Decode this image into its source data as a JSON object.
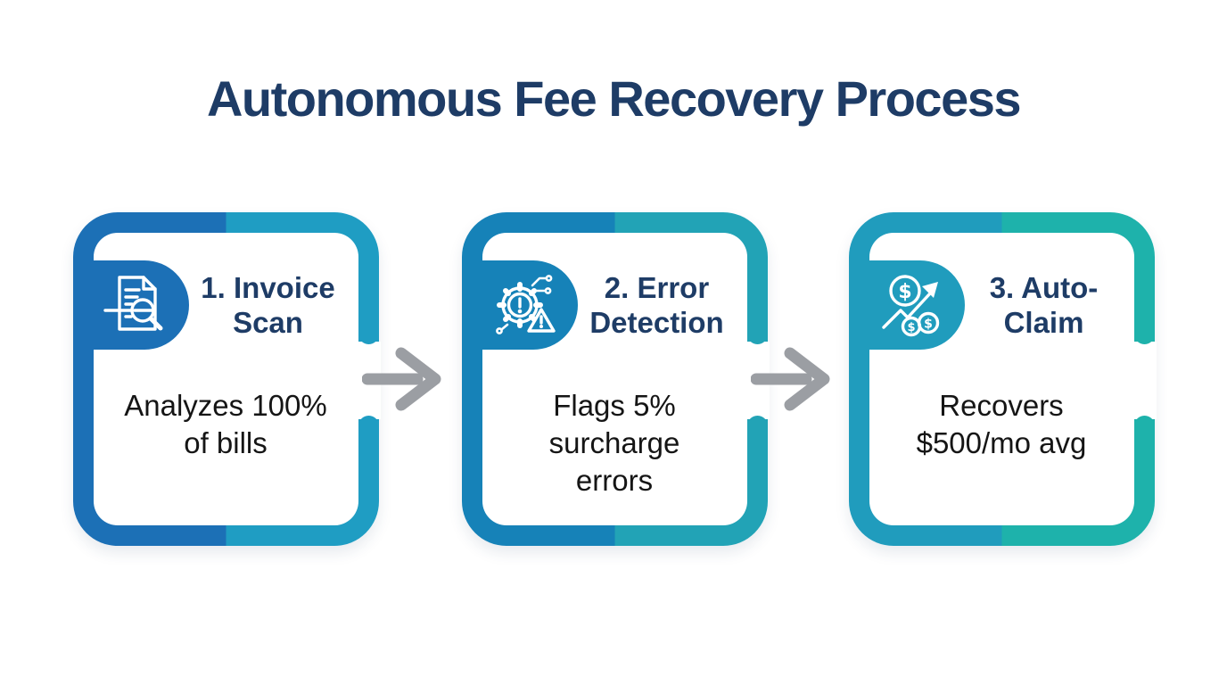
{
  "title": "Autonomous Fee Recovery Process",
  "colors": {
    "title": "#1e3c66",
    "body_text": "#151515",
    "arrow": "#9b9ea3",
    "background": "#ffffff"
  },
  "steps": [
    {
      "heading": "1. Invoice Scan",
      "body": "Analyzes 100% of bills",
      "icon": "invoice-scan-icon",
      "color_left": "#1c70b6",
      "color_right": "#1f9dc3"
    },
    {
      "heading": "2. Error Detection",
      "body": "Flags 5% surcharge errors",
      "icon": "error-detection-icon",
      "color_left": "#1682b8",
      "color_right": "#22a3b6"
    },
    {
      "heading": "3. Auto-Claim",
      "body": "Recovers $500/mo avg",
      "icon": "money-growth-icon",
      "color_left": "#209cbd",
      "color_right": "#1eb2ab"
    }
  ],
  "connectors": [
    {
      "icon": "arrow-right-icon"
    },
    {
      "icon": "arrow-right-icon"
    }
  ]
}
